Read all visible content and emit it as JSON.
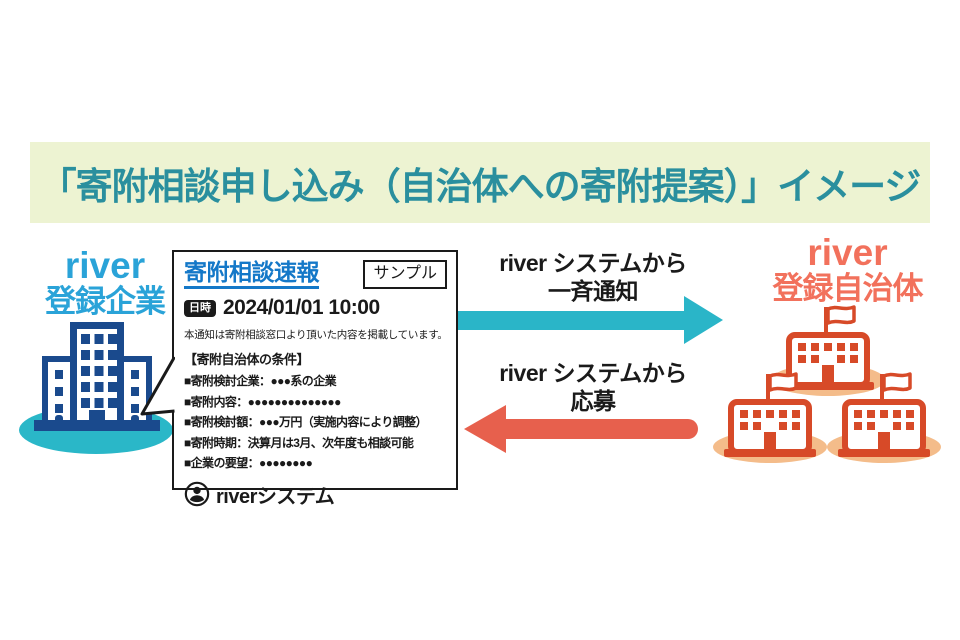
{
  "title": "「寄附相談申し込み（自治体への寄附提案）」イメージ",
  "company": {
    "line1": "river",
    "line2": "登録企業"
  },
  "municipality": {
    "line1": "river",
    "line2": "登録自治体"
  },
  "card": {
    "title": "寄附相談速報",
    "sample_badge": "サンプル",
    "datetime_label": "日時",
    "datetime_value": "2024/01/01 10:00",
    "note": "本通知は寄附相談窓口より頂いた内容を掲載しています。",
    "conditions_heading": "【寄附自治体の条件】",
    "bullets": [
      "■寄附検討企業：●●●系の企業",
      "■寄附内容：●●●●●●●●●●●●●●",
      "■寄附検討額：●●●万円（実施内容により調整）",
      "■寄附時期：決算月は3月、次年度も相談可能",
      "■企業の要望：●●●●●●●●"
    ],
    "footer_brand": "riverシステム"
  },
  "arrows": {
    "notify": {
      "line1": "river システムから",
      "line2": "一斉通知"
    },
    "apply": {
      "line1": "river システムから",
      "line2": "応募"
    }
  },
  "colors": {
    "title_bg": "#edf3d2",
    "title_text": "#2a8f9e",
    "company_label": "#2aa3d8",
    "company_building": "#1a4a8d",
    "company_ellipse": "#2ab7c8",
    "municipality_label": "#f2715c",
    "municipality_building": "#d74a28",
    "municipality_ellipse": "#f4bc8a",
    "arrow_notify": "#2ab5c8",
    "arrow_apply": "#e7604d",
    "card_title": "#1478c8"
  }
}
